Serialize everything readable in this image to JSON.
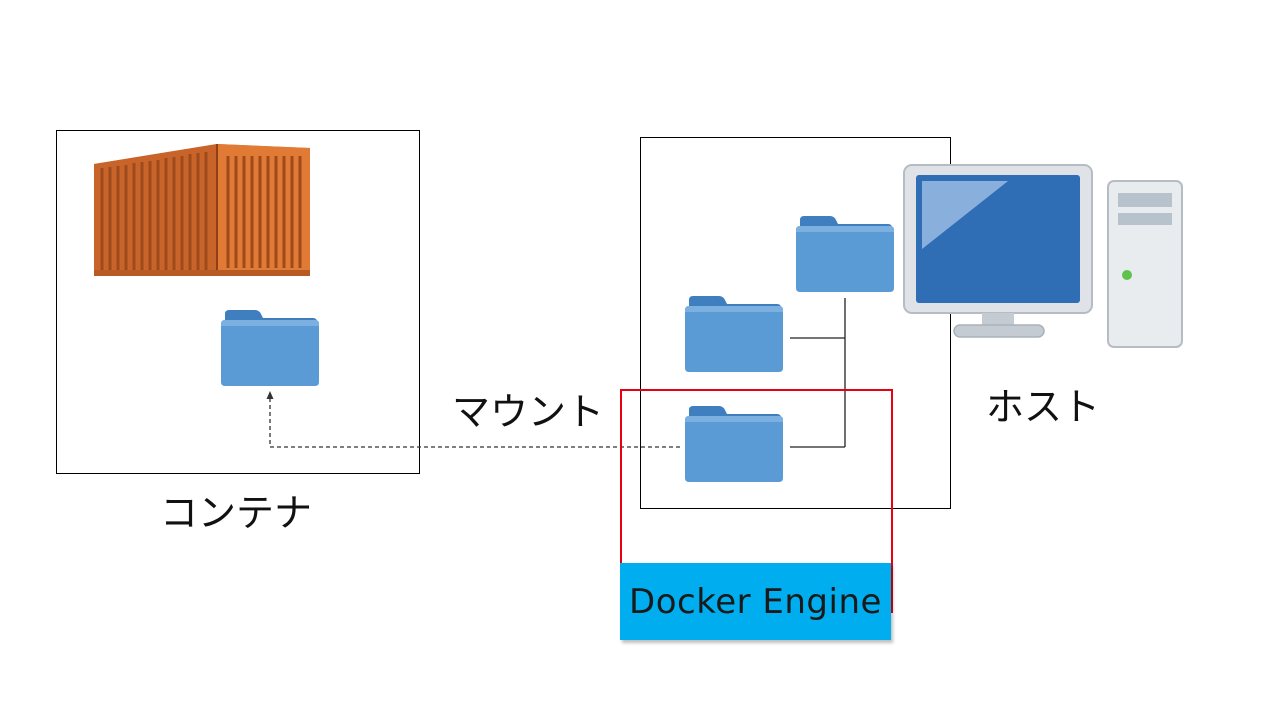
{
  "labels": {
    "container": "コンテナ",
    "mount": "マウント",
    "host": "ホスト",
    "docker_engine": "Docker Engine"
  },
  "icons": {
    "container": "shipping-container-icon",
    "folder": "folder-icon",
    "computer": "desktop-computer-icon"
  },
  "colors": {
    "engine_frame": "#e60012",
    "engine_label_bg": "#00aeef",
    "folder": "#5b9bd5",
    "container_orange": "#d9722f"
  }
}
